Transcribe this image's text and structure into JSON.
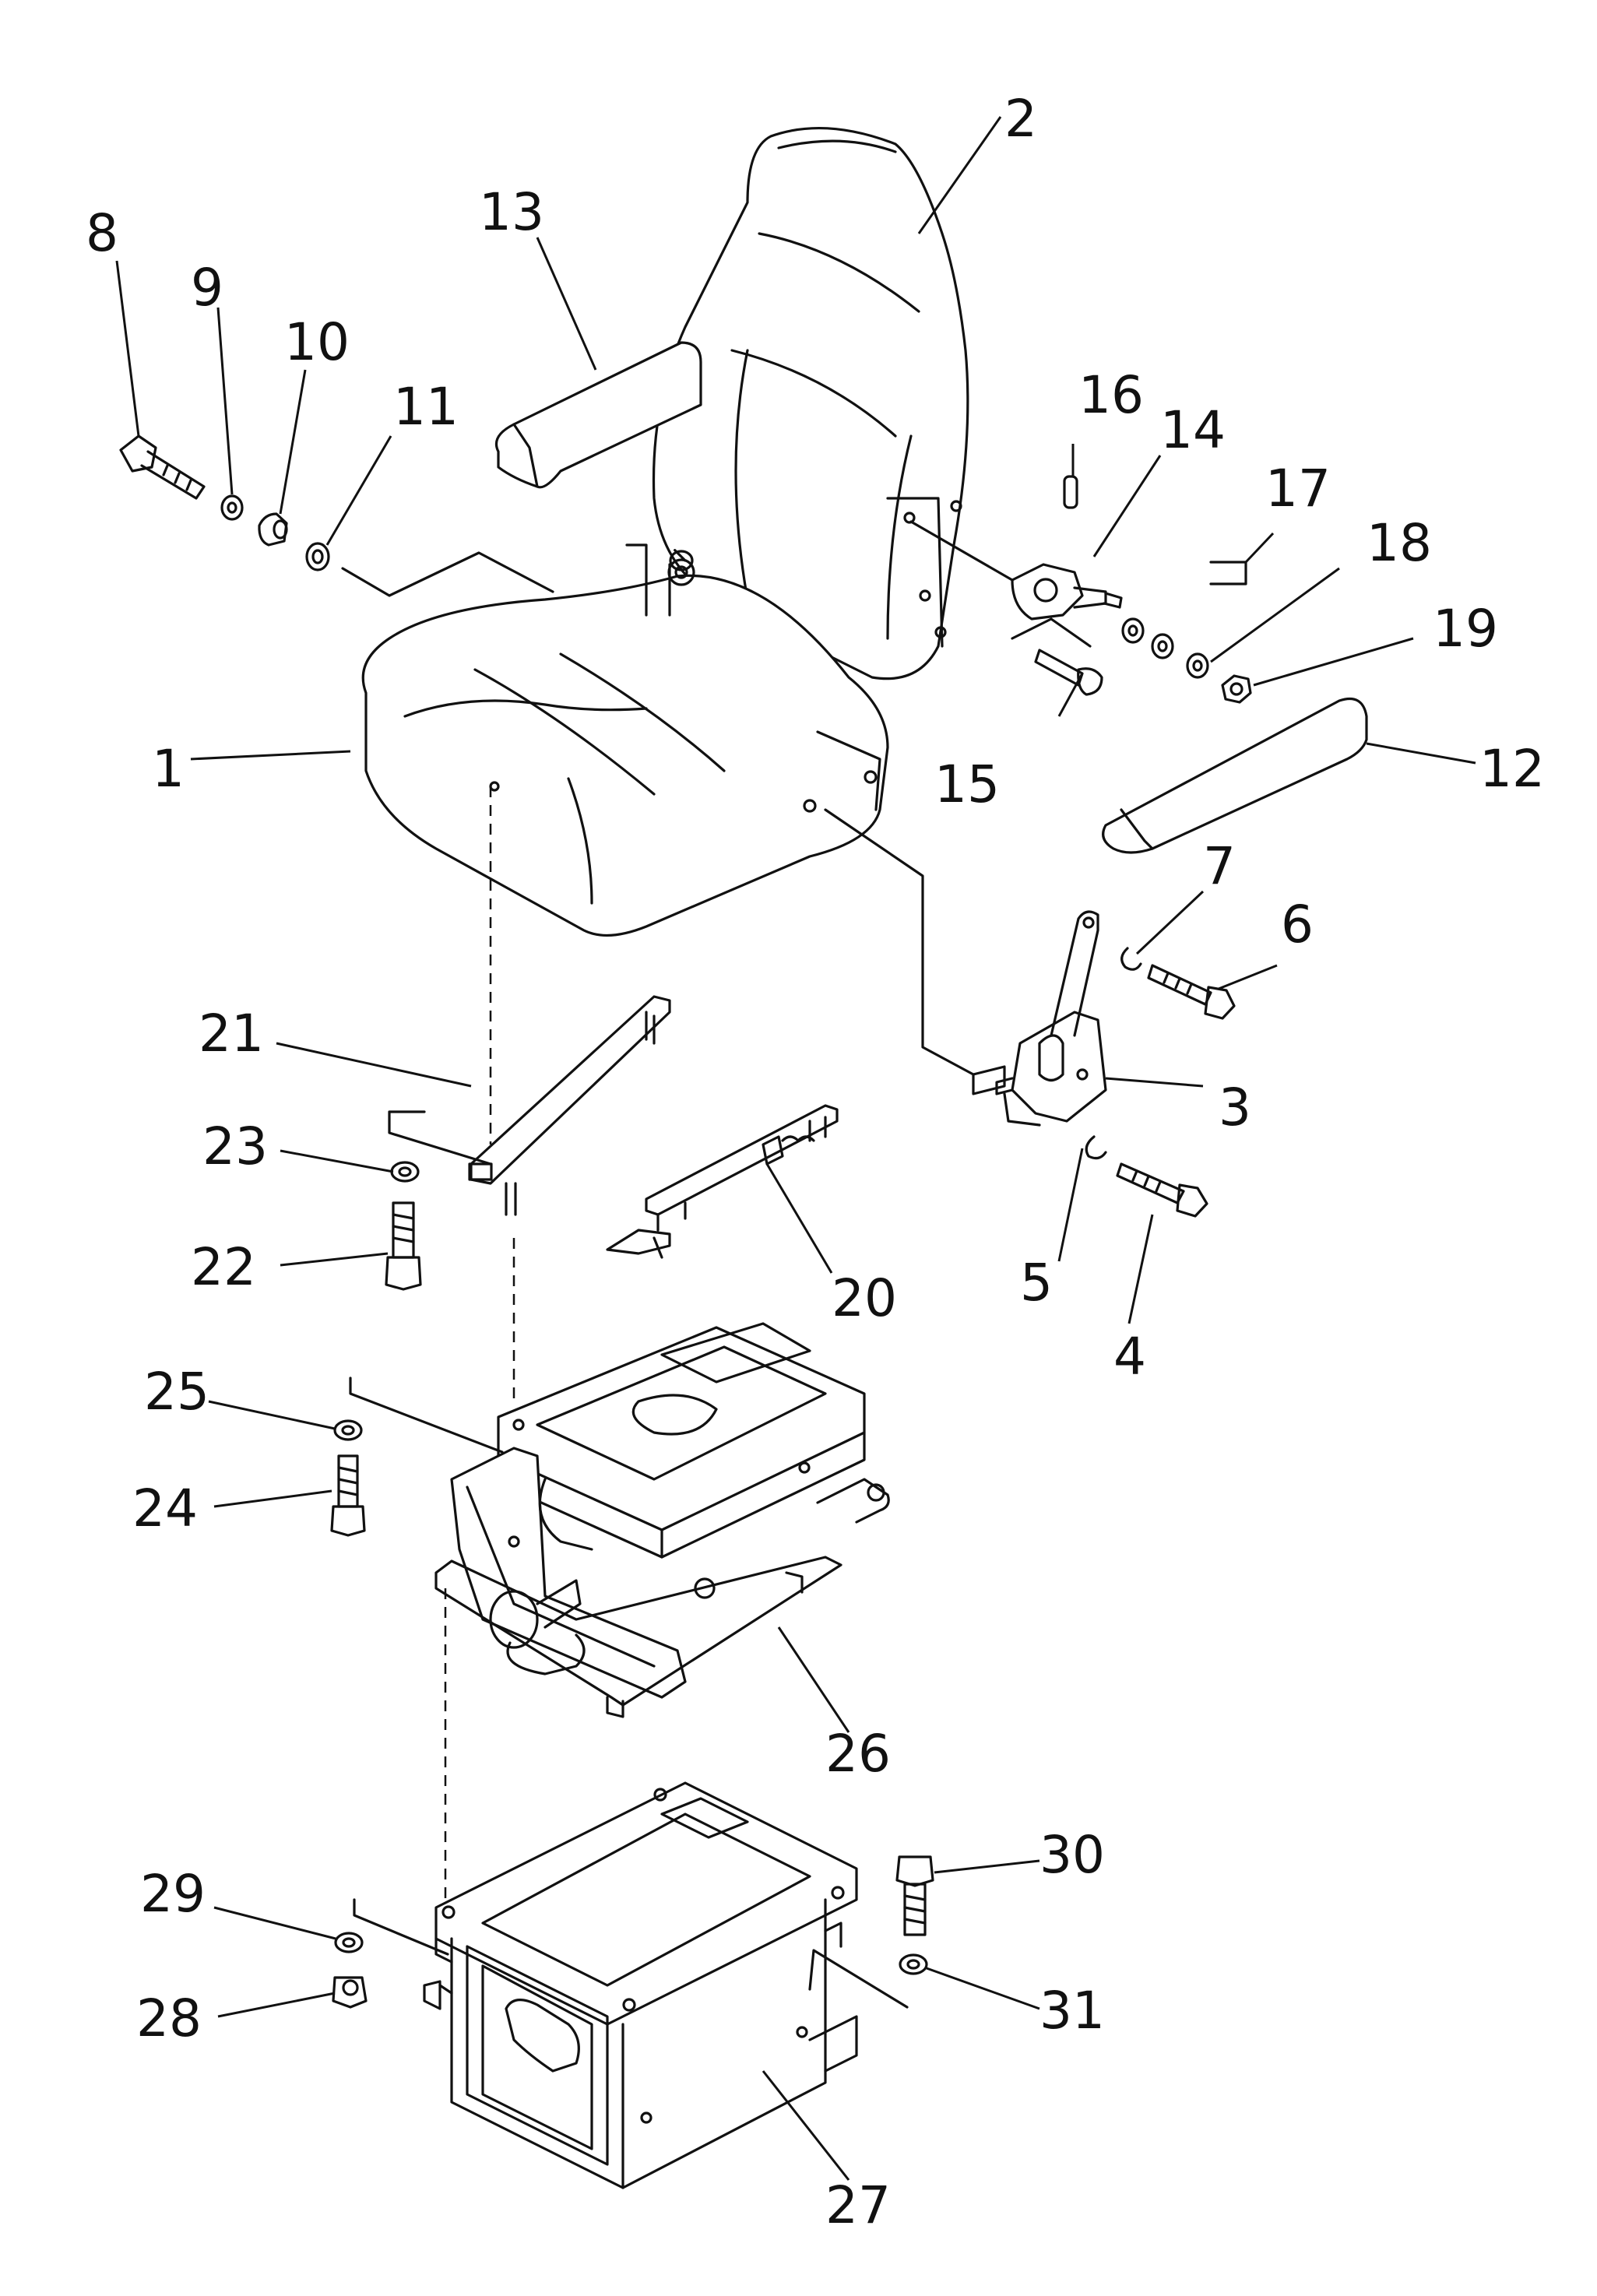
{
  "figure": {
    "callouts": [
      {
        "id": "c1",
        "label": "1"
      },
      {
        "id": "c2",
        "label": "2"
      },
      {
        "id": "c3",
        "label": "3"
      },
      {
        "id": "c4",
        "label": "4"
      },
      {
        "id": "c5",
        "label": "5"
      },
      {
        "id": "c6",
        "label": "6"
      },
      {
        "id": "c7",
        "label": "7"
      },
      {
        "id": "c8",
        "label": "8"
      },
      {
        "id": "c9",
        "label": "9"
      },
      {
        "id": "c10",
        "label": "10"
      },
      {
        "id": "c11",
        "label": "11"
      },
      {
        "id": "c12",
        "label": "12"
      },
      {
        "id": "c13",
        "label": "13"
      },
      {
        "id": "c14",
        "label": "14"
      },
      {
        "id": "c15",
        "label": "15"
      },
      {
        "id": "c16",
        "label": "16"
      },
      {
        "id": "c17",
        "label": "17"
      },
      {
        "id": "c18",
        "label": "18"
      },
      {
        "id": "c19",
        "label": "19"
      },
      {
        "id": "c20",
        "label": "20"
      },
      {
        "id": "c21",
        "label": "21"
      },
      {
        "id": "c22",
        "label": "22"
      },
      {
        "id": "c23",
        "label": "23"
      },
      {
        "id": "c24",
        "label": "24"
      },
      {
        "id": "c25",
        "label": "25"
      },
      {
        "id": "c26",
        "label": "26"
      },
      {
        "id": "c27",
        "label": "27"
      },
      {
        "id": "c28",
        "label": "28"
      },
      {
        "id": "c29",
        "label": "29"
      },
      {
        "id": "c30",
        "label": "30"
      },
      {
        "id": "c31",
        "label": "31"
      }
    ]
  }
}
